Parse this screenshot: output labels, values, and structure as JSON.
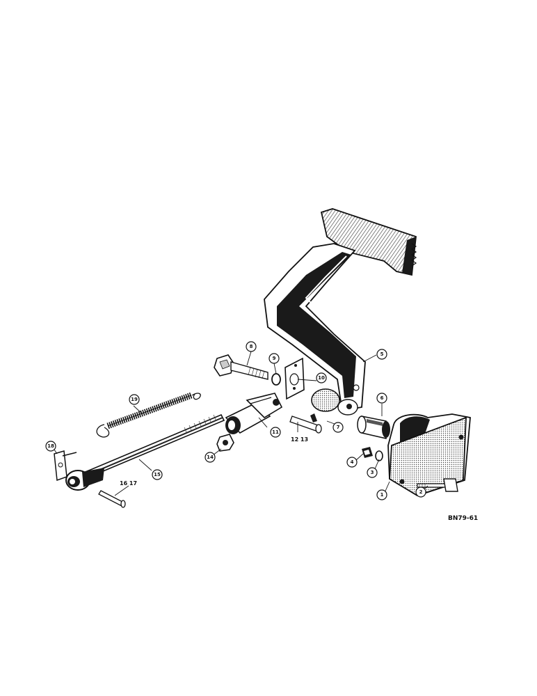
{
  "figure": {
    "figure_code": "BN79-61",
    "background": "#ffffff",
    "ink_color": "#111111"
  },
  "callouts": {
    "c1": "1",
    "c2": "2",
    "c3": "3",
    "c4": "4",
    "c5": "5",
    "c6": "6",
    "c7": "7",
    "c8": "8",
    "c9": "9",
    "c10": "10",
    "c11": "11",
    "c12_13": "12 13",
    "c14": "14",
    "c15": "15",
    "c16_17": "16 17",
    "c18": "18",
    "c19": "19"
  }
}
